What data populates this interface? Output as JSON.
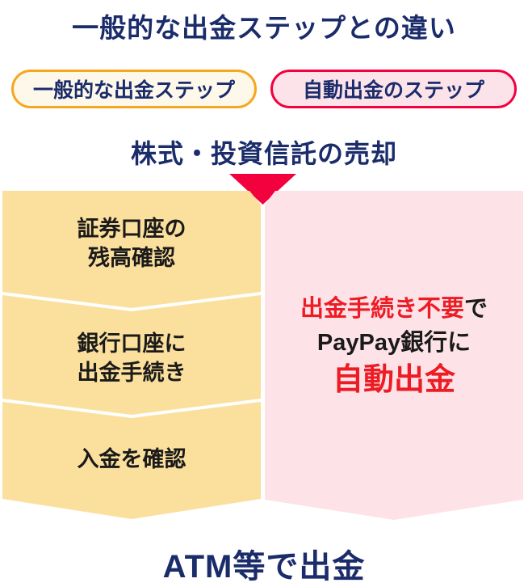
{
  "title": "一般的な出金ステップとの違い",
  "legend": {
    "general_label": "一般的な出金ステップ",
    "auto_label": "自動出金のステップ"
  },
  "flow": {
    "start_label": "株式・投資信託の売却",
    "general_steps": [
      {
        "line1": "証券口座の",
        "line2": "残高確認"
      },
      {
        "line1": "銀行口座に",
        "line2": "出金手続き"
      },
      {
        "line1": "入金を確認"
      }
    ],
    "auto_step": {
      "line1_red": "出金手続き不要",
      "line1_black": "で",
      "line2": "PayPay銀行に",
      "line3_red": "自動出金"
    },
    "end_label": "ATM等で出金"
  },
  "colors": {
    "navy": "#1b2c6b",
    "general_column": "#fbdf9d",
    "auto_column": "#fde3e8",
    "general_pill_bg": "#fdf8e9",
    "general_pill_border": "#f6a71f",
    "auto_pill_bg": "#fce3e9",
    "auto_pill_border": "#f2013e",
    "arrow_red": "#f2013e",
    "text_red": "#ed1c24",
    "step_text": "#1a1a1a"
  }
}
